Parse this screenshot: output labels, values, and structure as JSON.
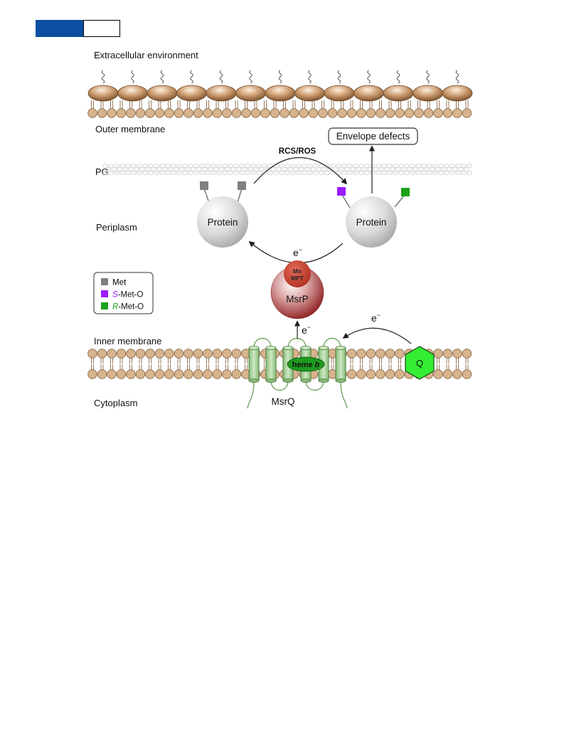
{
  "header": {
    "accent_color": "#0b4ea2"
  },
  "labels": {
    "extracellular": "Extracellular environment",
    "outer_membrane": "Outer membrane",
    "pg": "PG",
    "periplasm": "Periplasm",
    "inner_membrane": "Inner membrane",
    "cytoplasm": "Cytoplasm",
    "rcs_ros": "RCS/ROS",
    "envelope_defects": "Envelope defects",
    "protein_left": "Protein",
    "protein_right": "Protein",
    "electron": "e",
    "electron_sup": "−",
    "mo": "Mo",
    "mpt": "MPT",
    "msrp": "MsrP",
    "heme_prefix": "heme ",
    "heme_italic": "b",
    "msrq": "MsrQ",
    "quinone": "Q"
  },
  "legend": [
    {
      "italic": "",
      "text": "Met",
      "color": "#808080",
      "text_color": "#000000"
    },
    {
      "italic": "S",
      "text": "-Met-O",
      "color": "#9a1cff",
      "text_color": "#9a1cff"
    },
    {
      "italic": "R",
      "text": "-Met-O",
      "color": "#1aa31a",
      "text_color": "#1aa31a"
    }
  ],
  "colors": {
    "lipid": "#d7b38e",
    "lipid_stroke": "#8a6a48",
    "lps": "#9a6e3e",
    "met_gray": "#808080",
    "met_purple": "#9a1cff",
    "met_green": "#1aa31a",
    "msrp_red": "#a52a2a",
    "helix_green": "#a7d39a",
    "quinone_green": "#33ee33"
  }
}
